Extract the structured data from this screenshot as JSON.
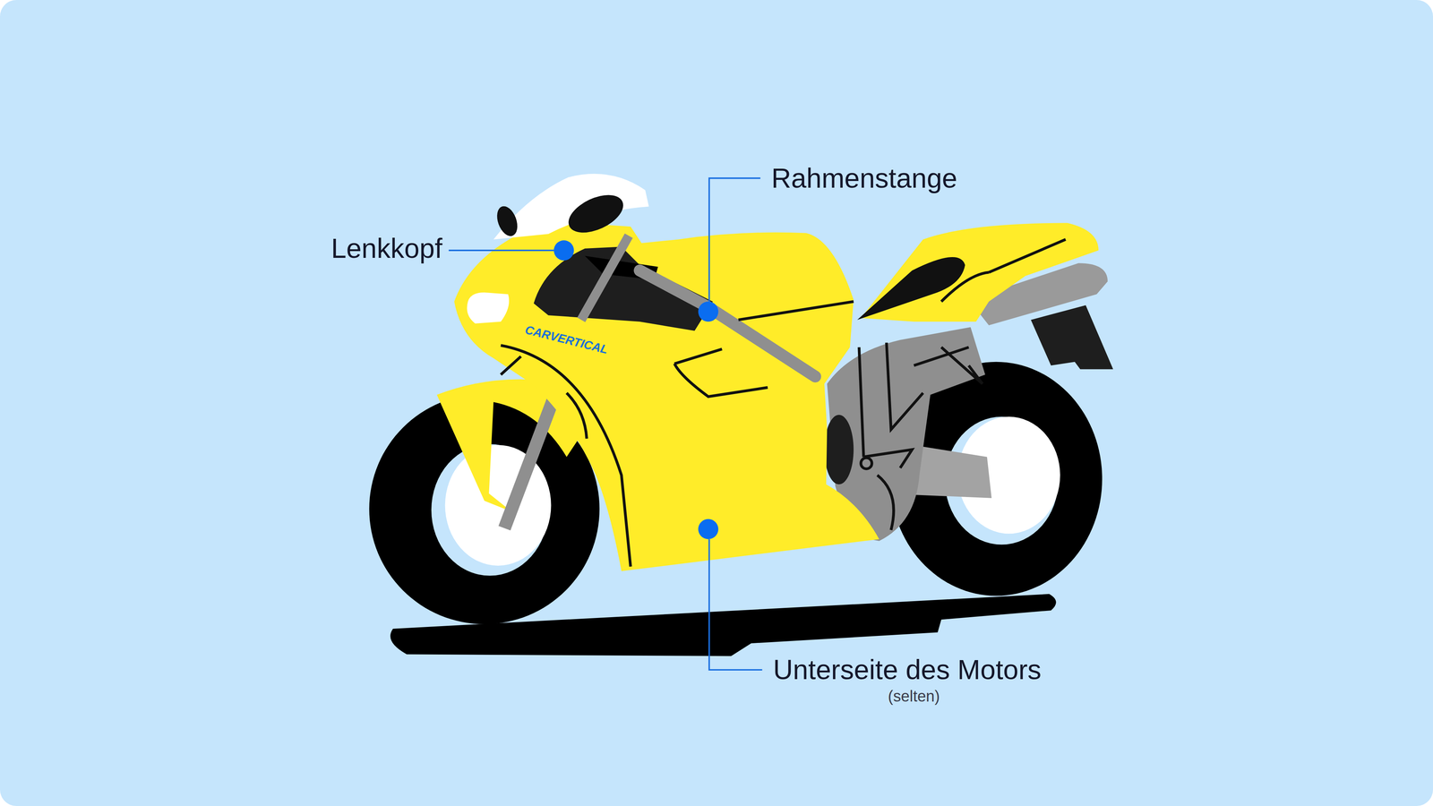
{
  "diagram": {
    "labels": [
      "Lenkkopf",
      "Rahmenstange",
      "Unterseite des Motors",
      "(selten)",
      "CARVERTICAL"
    ]
  }
}
